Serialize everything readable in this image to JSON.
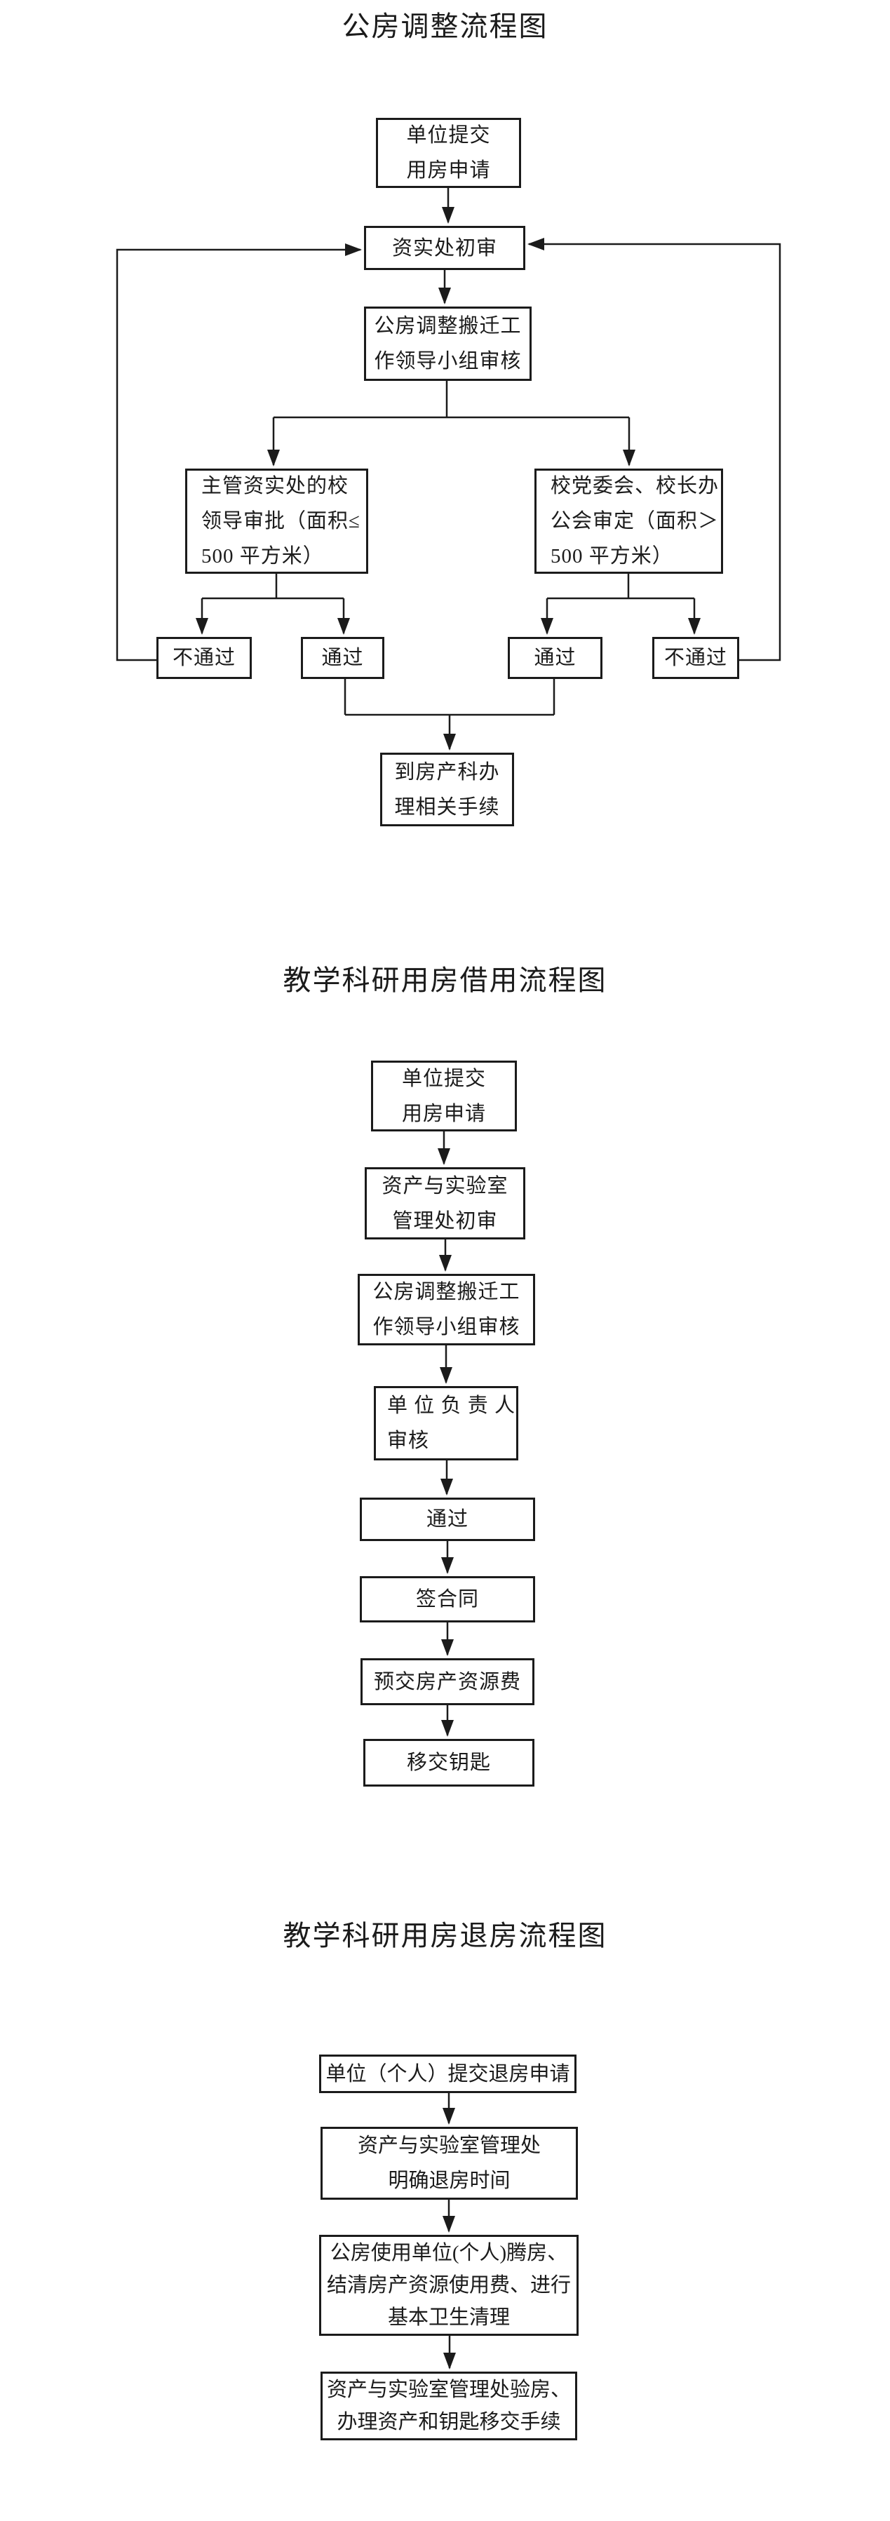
{
  "colors": {
    "ink": "#1b1b1b",
    "background": "#ffffff"
  },
  "charts": [
    {
      "title": "公房调整流程图",
      "nodes": {
        "submit": {
          "lines": [
            "单位提交",
            "用房申请"
          ]
        },
        "initial_review": {
          "lines": [
            "资实处初审"
          ]
        },
        "leading_group": {
          "lines": [
            "公房调整搬迁工",
            "作领导小组审核"
          ]
        },
        "leader_approval": {
          "lines": [
            "主管资实处的校",
            "领导审批（面积≤",
            "500 平方米）"
          ]
        },
        "committee_approval": {
          "lines": [
            "校党委会、校长办",
            "公会审定（面积＞",
            "500 平方米）"
          ]
        },
        "fail_left": {
          "lines": [
            "不通过"
          ]
        },
        "pass_left": {
          "lines": [
            "通过"
          ]
        },
        "pass_right": {
          "lines": [
            "通过"
          ]
        },
        "fail_right": {
          "lines": [
            "不通过"
          ]
        },
        "property_office": {
          "lines": [
            "到房产科办",
            "理相关手续"
          ]
        }
      }
    },
    {
      "title": "教学科研用房借用流程图",
      "nodes": {
        "submit": {
          "lines": [
            "单位提交",
            "用房申请"
          ]
        },
        "initial_review": {
          "lines": [
            "资产与实验室",
            "管理处初审"
          ]
        },
        "leading_group": {
          "lines": [
            "公房调整搬迁工",
            "作领导小组审核"
          ]
        },
        "unit_head_review": {
          "lines": [
            "单 位 负 责 人",
            "审核"
          ]
        },
        "pass": {
          "lines": [
            "通过"
          ]
        },
        "sign_contract": {
          "lines": [
            "签合同"
          ]
        },
        "prepay_fee": {
          "lines": [
            "预交房产资源费"
          ]
        },
        "hand_over_keys": {
          "lines": [
            "移交钥匙"
          ]
        }
      }
    },
    {
      "title": "教学科研用房退房流程图",
      "nodes": {
        "submit_return": {
          "lines": [
            "单位（个人）提交退房申请"
          ]
        },
        "confirm_time": {
          "lines": [
            "资产与实验室管理处",
            "明确退房时间"
          ]
        },
        "vacate": {
          "lines": [
            "公房使用单位(个人)腾房、",
            "结清房产资源使用费、进行",
            "基本卫生清理"
          ]
        },
        "inspect_handover": {
          "lines": [
            "资产与实验室管理处验房、",
            "办理资产和钥匙移交手续"
          ]
        }
      }
    }
  ]
}
